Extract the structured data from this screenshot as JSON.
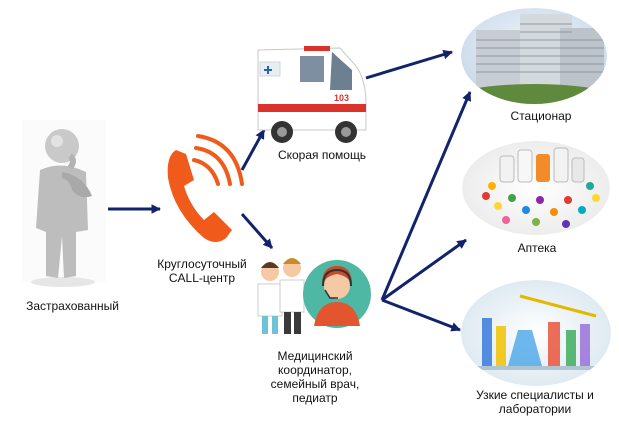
{
  "nodes": {
    "insured": {
      "label": "Застрахованный"
    },
    "call_center": {
      "label_line1": "Круглосуточный",
      "label_line2": "CALL-центр"
    },
    "ambulance": {
      "label": "Скорая помощь",
      "vehicle_text": "103"
    },
    "coordinator": {
      "line1": "Медицинский",
      "line2": "координатор,",
      "line3": "семейный врач,",
      "line4": "педиатр"
    },
    "hospital": {
      "label": "Стационар"
    },
    "pharmacy": {
      "label": "Аптека"
    },
    "specialists": {
      "line1": "Узкие специалисты и",
      "line2": "лаборатории"
    }
  },
  "colors": {
    "arrow": "#13236b",
    "phone": "#f05a1a",
    "person": "#c8c8c8",
    "headset_bg": "#4fb8a4"
  }
}
